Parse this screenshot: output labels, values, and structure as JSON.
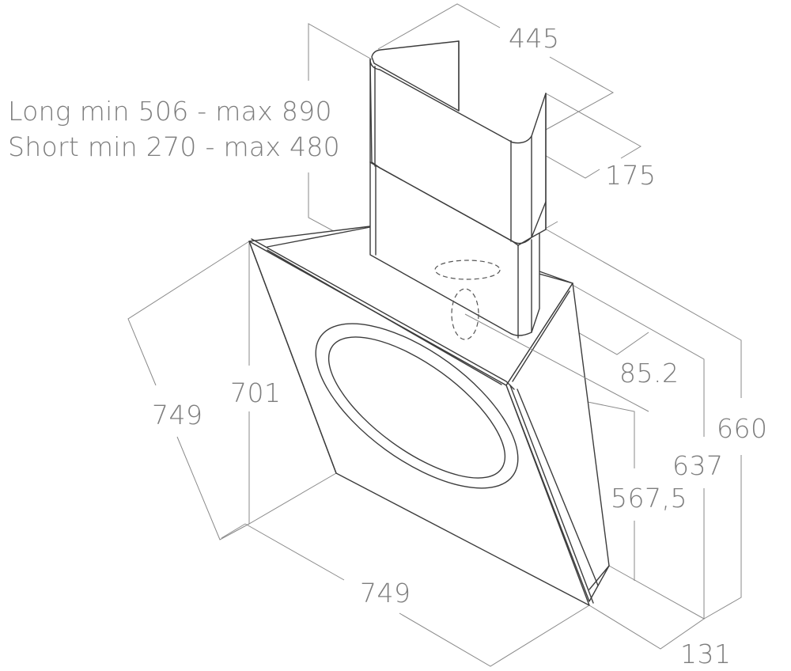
{
  "diagram": {
    "subject": "Angled wall-mounted cooker hood with telescopic chimney",
    "notes": {
      "long_chimney": "Long min 506 - max 890",
      "short_chimney": "Short min 270 - max 480"
    },
    "dimensions": {
      "chimney_width": "445",
      "chimney_depth": "175",
      "duct_offset": "85.2",
      "total_depth": "660",
      "body_depth": "637",
      "panel_depth": "567,5",
      "bottom_depth": "131",
      "side_diagonal": "749",
      "front_height": "701",
      "bottom_width": "749"
    },
    "colors": {
      "object_line": "#3c3c3c",
      "dimension_line": "#8a8a8a",
      "label_text": "#7d7d7d",
      "background": "#ffffff"
    }
  }
}
